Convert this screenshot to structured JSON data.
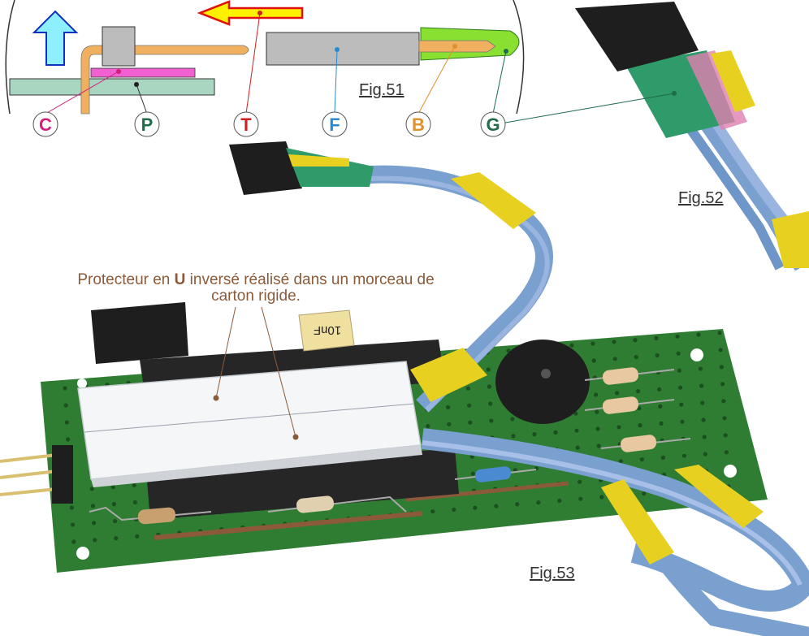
{
  "fig51": {
    "title": "Fig.51",
    "labels": [
      {
        "key": "C",
        "text": "C",
        "color": "#d0207a"
      },
      {
        "key": "P",
        "text": "P",
        "color": "#1f6b4a"
      },
      {
        "key": "T",
        "text": "T",
        "color": "#d02020"
      },
      {
        "key": "F",
        "text": "F",
        "color": "#2a8ad0"
      },
      {
        "key": "B",
        "text": "B",
        "color": "#e0902a"
      },
      {
        "key": "G",
        "text": "G",
        "color": "#1f6b4a"
      }
    ]
  },
  "fig52": {
    "title": "Fig.52"
  },
  "fig53": {
    "title": "Fig.53",
    "caption_line1_pre": "Protecteur en ",
    "caption_bold": "U",
    "caption_line1_post": " inversé réalisé dans un morceau de",
    "caption_line2": "carton rigide.",
    "capacitor_label": "10nF"
  },
  "colors": {
    "pcb": "#2e7d32",
    "header": "#1e1e1e",
    "shrink_yellow": "#e8d020",
    "shrink_green": "#2f9a6a",
    "wire_blue": "#7aa0d0",
    "pin_orange": "#f0b060",
    "cardboard": "#f4f6f8"
  }
}
